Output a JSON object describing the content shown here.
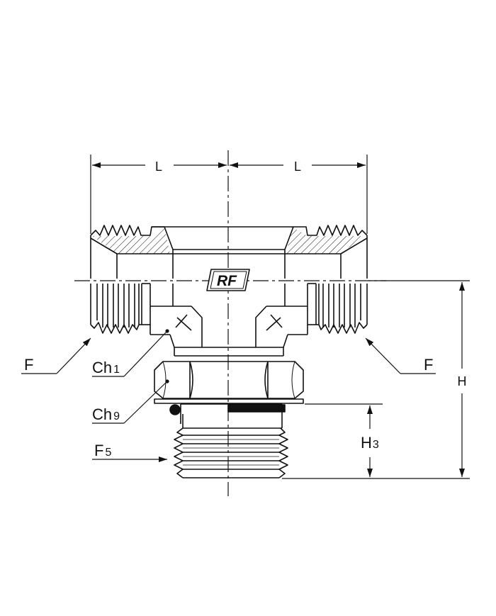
{
  "labels": {
    "dim_l_left": "L",
    "dim_l_right": "L",
    "thread_f_left": "F",
    "thread_f_right": "F",
    "ch1_main": "Ch",
    "ch1_sub": "1",
    "ch9_main": "Ch",
    "ch9_sub": "9",
    "f5_main": "F",
    "f5_sub": "5",
    "dim_h": "H",
    "h3_main": "H",
    "h3_sub": "3",
    "logo": "RF"
  },
  "colors": {
    "line": "#111111",
    "background": "#ffffff"
  }
}
